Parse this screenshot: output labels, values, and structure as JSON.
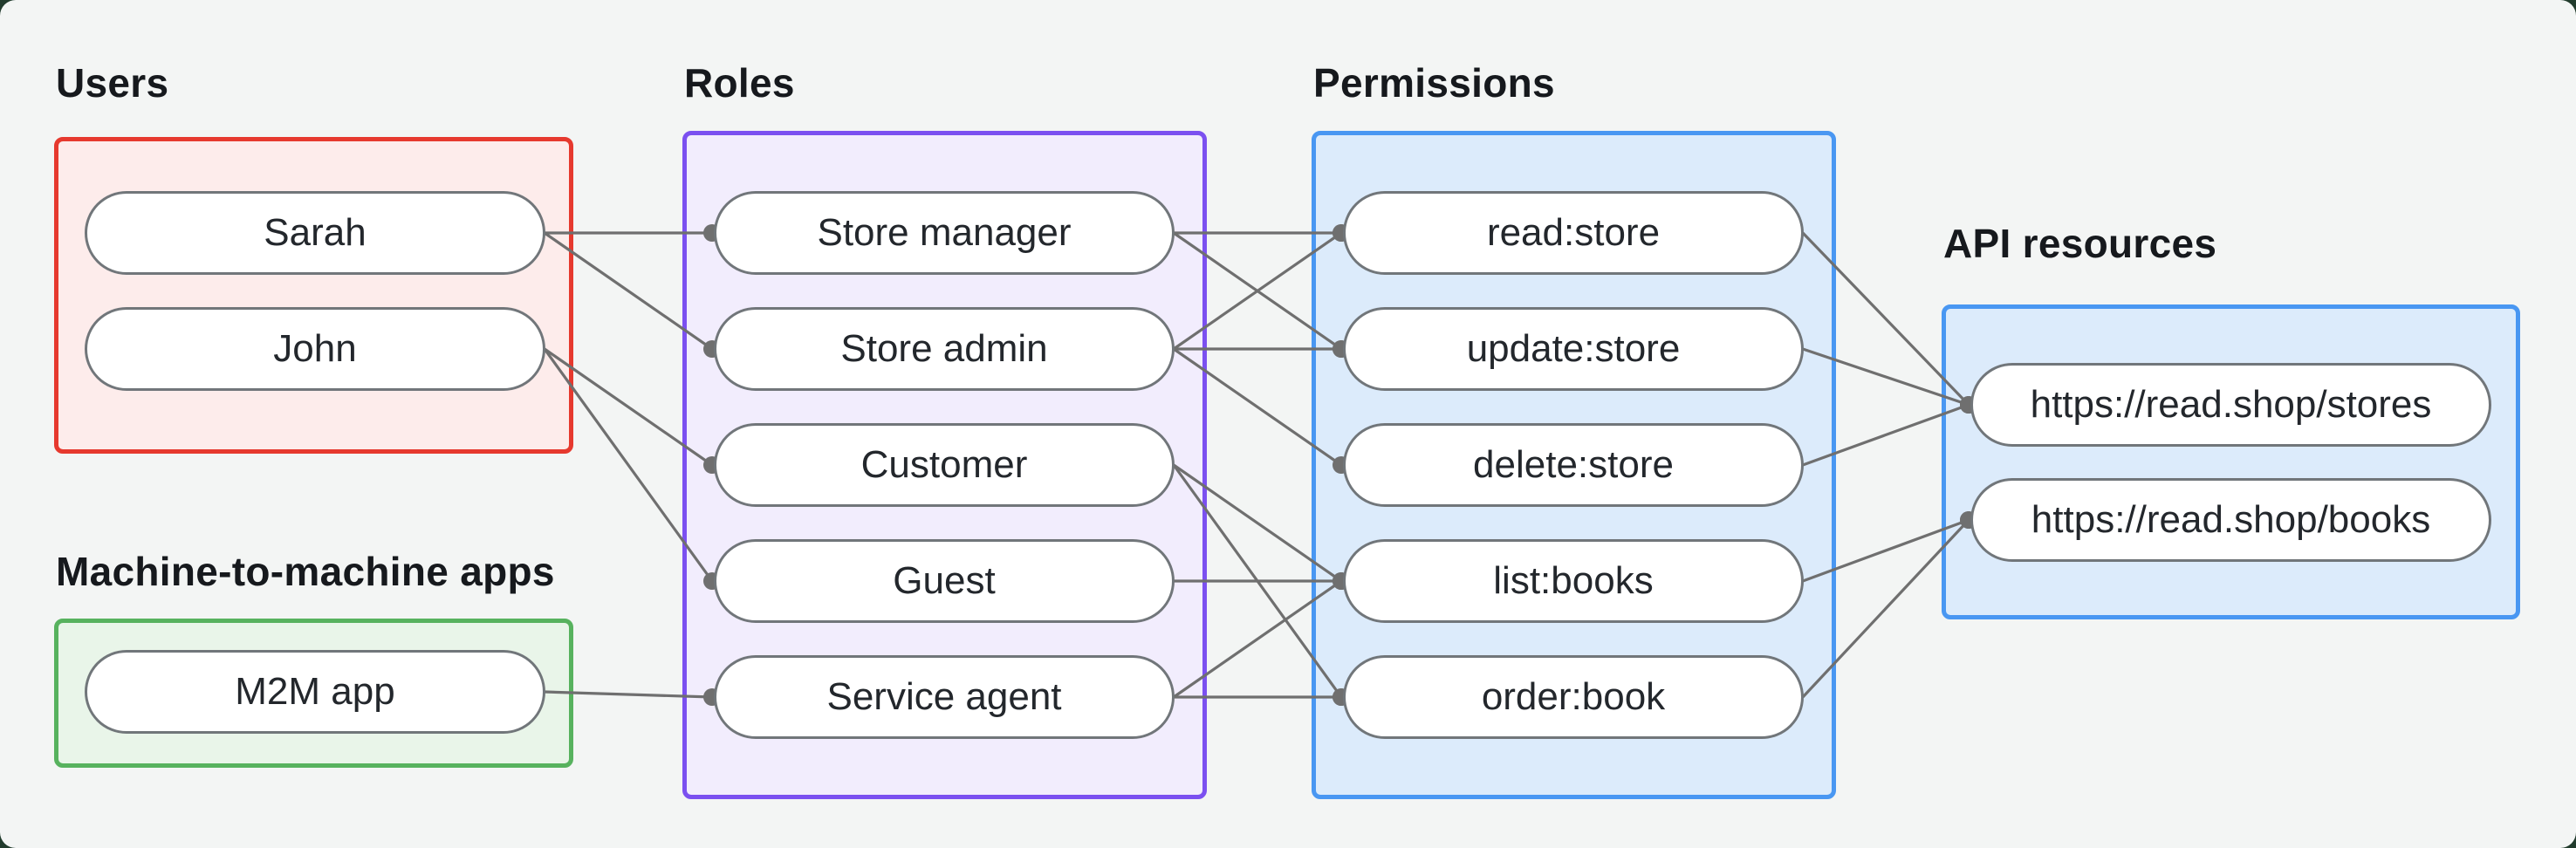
{
  "diagram": {
    "sections": {
      "users": {
        "label": "Users"
      },
      "m2m": {
        "label": "Machine-to-machine apps"
      },
      "roles": {
        "label": "Roles"
      },
      "permissions": {
        "label": "Permissions"
      },
      "api": {
        "label": "API resources"
      }
    },
    "nodes": {
      "sarah": {
        "label": "Sarah"
      },
      "john": {
        "label": "John"
      },
      "m2m_app": {
        "label": "M2M app"
      },
      "store_manager": {
        "label": "Store manager"
      },
      "store_admin": {
        "label": "Store admin"
      },
      "customer": {
        "label": "Customer"
      },
      "guest": {
        "label": "Guest"
      },
      "service_agent": {
        "label": "Service agent"
      },
      "read_store": {
        "label": "read:store"
      },
      "update_store": {
        "label": "update:store"
      },
      "delete_store": {
        "label": "delete:store"
      },
      "list_books": {
        "label": "list:books"
      },
      "order_book": {
        "label": "order:book"
      },
      "api_stores": {
        "label": "https://read.shop/stores"
      },
      "api_books": {
        "label": "https://read.shop/books"
      }
    },
    "edges": [
      {
        "from": "sarah",
        "to": "store_manager"
      },
      {
        "from": "sarah",
        "to": "store_admin"
      },
      {
        "from": "john",
        "to": "customer"
      },
      {
        "from": "john",
        "to": "guest"
      },
      {
        "from": "m2m_app",
        "to": "service_agent"
      },
      {
        "from": "store_manager",
        "to": "read_store"
      },
      {
        "from": "store_manager",
        "to": "update_store"
      },
      {
        "from": "store_admin",
        "to": "read_store"
      },
      {
        "from": "store_admin",
        "to": "update_store"
      },
      {
        "from": "store_admin",
        "to": "delete_store"
      },
      {
        "from": "customer",
        "to": "list_books"
      },
      {
        "from": "customer",
        "to": "order_book"
      },
      {
        "from": "guest",
        "to": "list_books"
      },
      {
        "from": "service_agent",
        "to": "list_books"
      },
      {
        "from": "service_agent",
        "to": "order_book"
      },
      {
        "from": "read_store",
        "to": "api_stores"
      },
      {
        "from": "update_store",
        "to": "api_stores"
      },
      {
        "from": "delete_store",
        "to": "api_stores"
      },
      {
        "from": "list_books",
        "to": "api_books"
      },
      {
        "from": "order_book",
        "to": "api_books"
      }
    ],
    "colors": {
      "background": "#f3f5f4",
      "page_behind": "#223c2d",
      "users_border": "#e6392e",
      "users_fill": "#fdeceb",
      "m2m_border": "#57b25e",
      "m2m_fill": "#e9f5e9",
      "roles_border": "#7b50f0",
      "roles_fill": "#f2edfd",
      "permissions_border": "#4997f2",
      "permissions_fill": "#dcebfb",
      "api_border": "#4997f2",
      "api_fill": "#dcebfb",
      "edge": "#6f6f6f",
      "node_border": "#71767a",
      "node_fill": "#ffffff",
      "text": "#23272c"
    }
  }
}
